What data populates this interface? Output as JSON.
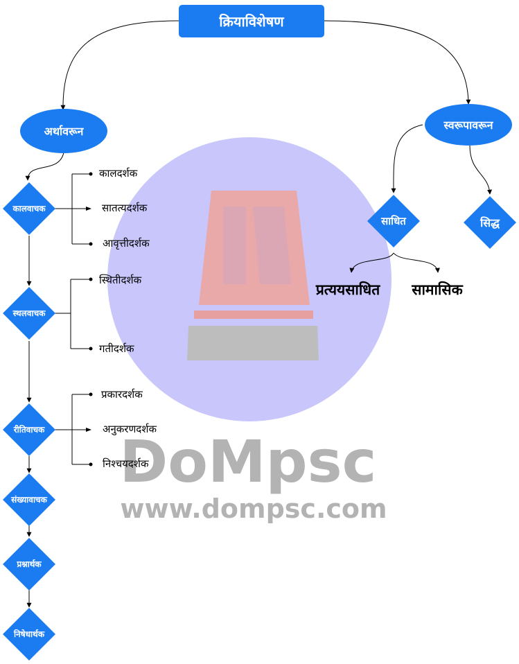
{
  "diagram": {
    "root": "क्रियाविशेषण",
    "left_branch": {
      "label": "अर्थावरून",
      "categories": [
        {
          "label": "कालवाचक",
          "children": [
            "कालदर्शक",
            "सातत्यदर्शक",
            "आवृत्तीदर्शक"
          ]
        },
        {
          "label": "स्थलवाचक",
          "children": [
            "स्थितीदर्शक",
            "गतीदर्शक"
          ]
        },
        {
          "label": "रीतिवाचक",
          "children": [
            "प्रकारदर्शक",
            "अनुकरणदर्शक",
            "निश्चयदर्शक"
          ]
        },
        {
          "label": "संख्यावाचक",
          "children": []
        },
        {
          "label": "प्रश्नार्थक",
          "children": []
        },
        {
          "label": "निषेधार्थक",
          "children": []
        }
      ]
    },
    "right_branch": {
      "label": "स्वरूपावरून",
      "children": [
        {
          "label": "साधित",
          "children": [
            "प्रत्ययसाधित",
            "सामासिक"
          ]
        },
        {
          "label": "सिद्ध",
          "children": []
        }
      ]
    }
  },
  "watermark": {
    "brand": "DoMpsc",
    "url": "www.dompsc.com"
  },
  "colors": {
    "node_fill": "#1a7cf0",
    "node_text": "#ffffff",
    "watermark_circle": "#c9c6fb",
    "watermark_text": "#b3b3b3",
    "siren_red": "#e9a9a9",
    "siren_base": "#bdbdbd"
  }
}
